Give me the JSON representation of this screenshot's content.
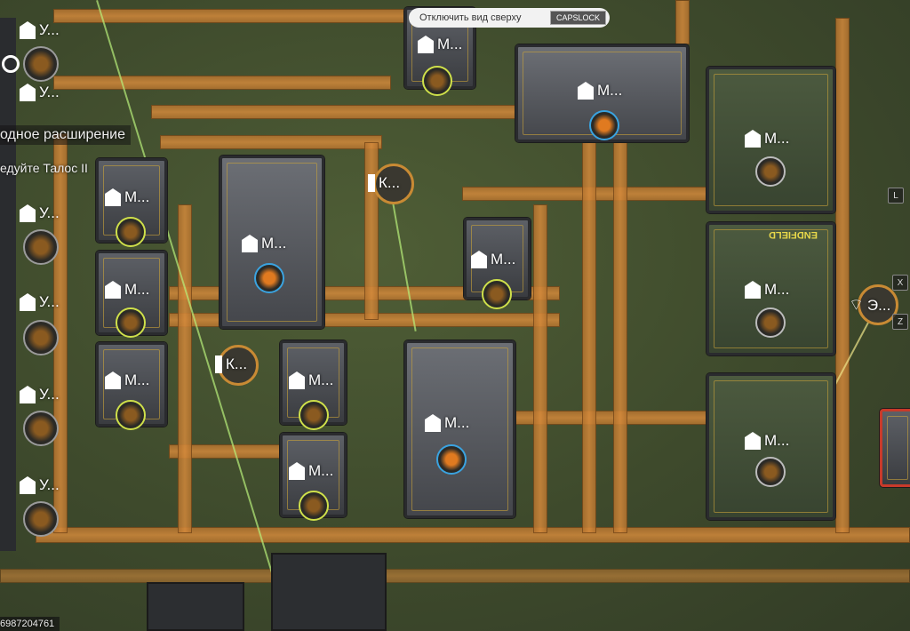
{
  "hint": {
    "text": "Отключить вид сверху",
    "key": "CAPSLOCK"
  },
  "objective": {
    "title": "одное расширение",
    "subtitle": "едуйте Талос II"
  },
  "uid": "6987204761",
  "left_units": [
    "У...",
    "У...",
    "У...",
    "У...",
    "У...",
    "У..."
  ],
  "machines": [
    "М...",
    "М...",
    "М...",
    "М...",
    "М...",
    "М...",
    "М...",
    "М...",
    "М...",
    "М...",
    "М...",
    "М...",
    "М..."
  ],
  "towers": [
    "К...",
    "К..."
  ],
  "relay": {
    "label": "Э...",
    "keys": [
      "X",
      "Z"
    ]
  },
  "side_key": "L",
  "building_sign": "ENDFIELD"
}
